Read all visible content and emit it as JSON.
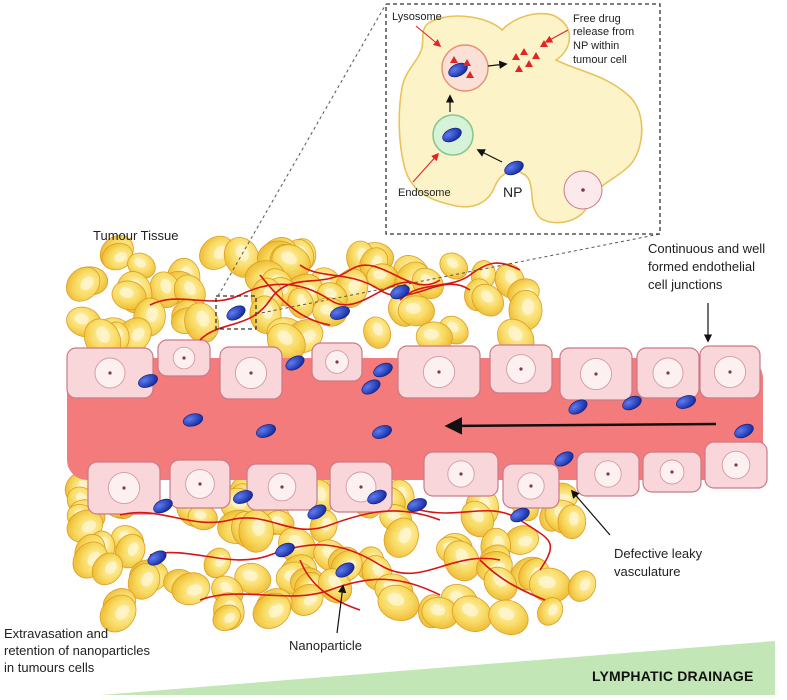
{
  "labels": {
    "lysosome": "Lysosome",
    "free_drug": [
      "Free drug",
      "release from",
      "NP within",
      "tumour cell"
    ],
    "endosome": "Endosome",
    "np": "NP",
    "tumour_tissue": "Tumour Tissue",
    "continuous": [
      "Continuous and well",
      "formed endothelial",
      "cell junctions"
    ],
    "defective": [
      "Defective leaky",
      "vasculature"
    ],
    "extravasation": [
      "Extravasation and",
      "retention of nanoparticles",
      "in tumours cells"
    ],
    "nanoparticle": "Nanoparticle",
    "lymphatic": "LYMPHATIC DRAINAGE"
  },
  "colors": {
    "vessel": "#f47b7b",
    "endothelial_fill": "#f8d6d9",
    "endothelial_stroke": "#c97a86",
    "nucleus": "#fbe9ec",
    "tumour_cell": "#f7d24a",
    "tumour_cell_light": "#fbe79a",
    "capillary": "#d81414",
    "nanoparticle": "#1f3cc7",
    "inset_cell": "#fdf3c9",
    "inset_cell_stroke": "#e8c35a",
    "endosome": "#c9f0cf",
    "drug": "#e02525",
    "drainage": "#bfe3b3"
  },
  "icons": [
    "nanoparticle-icon",
    "drug-triangle-icon",
    "endothelial-cell-icon",
    "tumour-cell-icon"
  ]
}
